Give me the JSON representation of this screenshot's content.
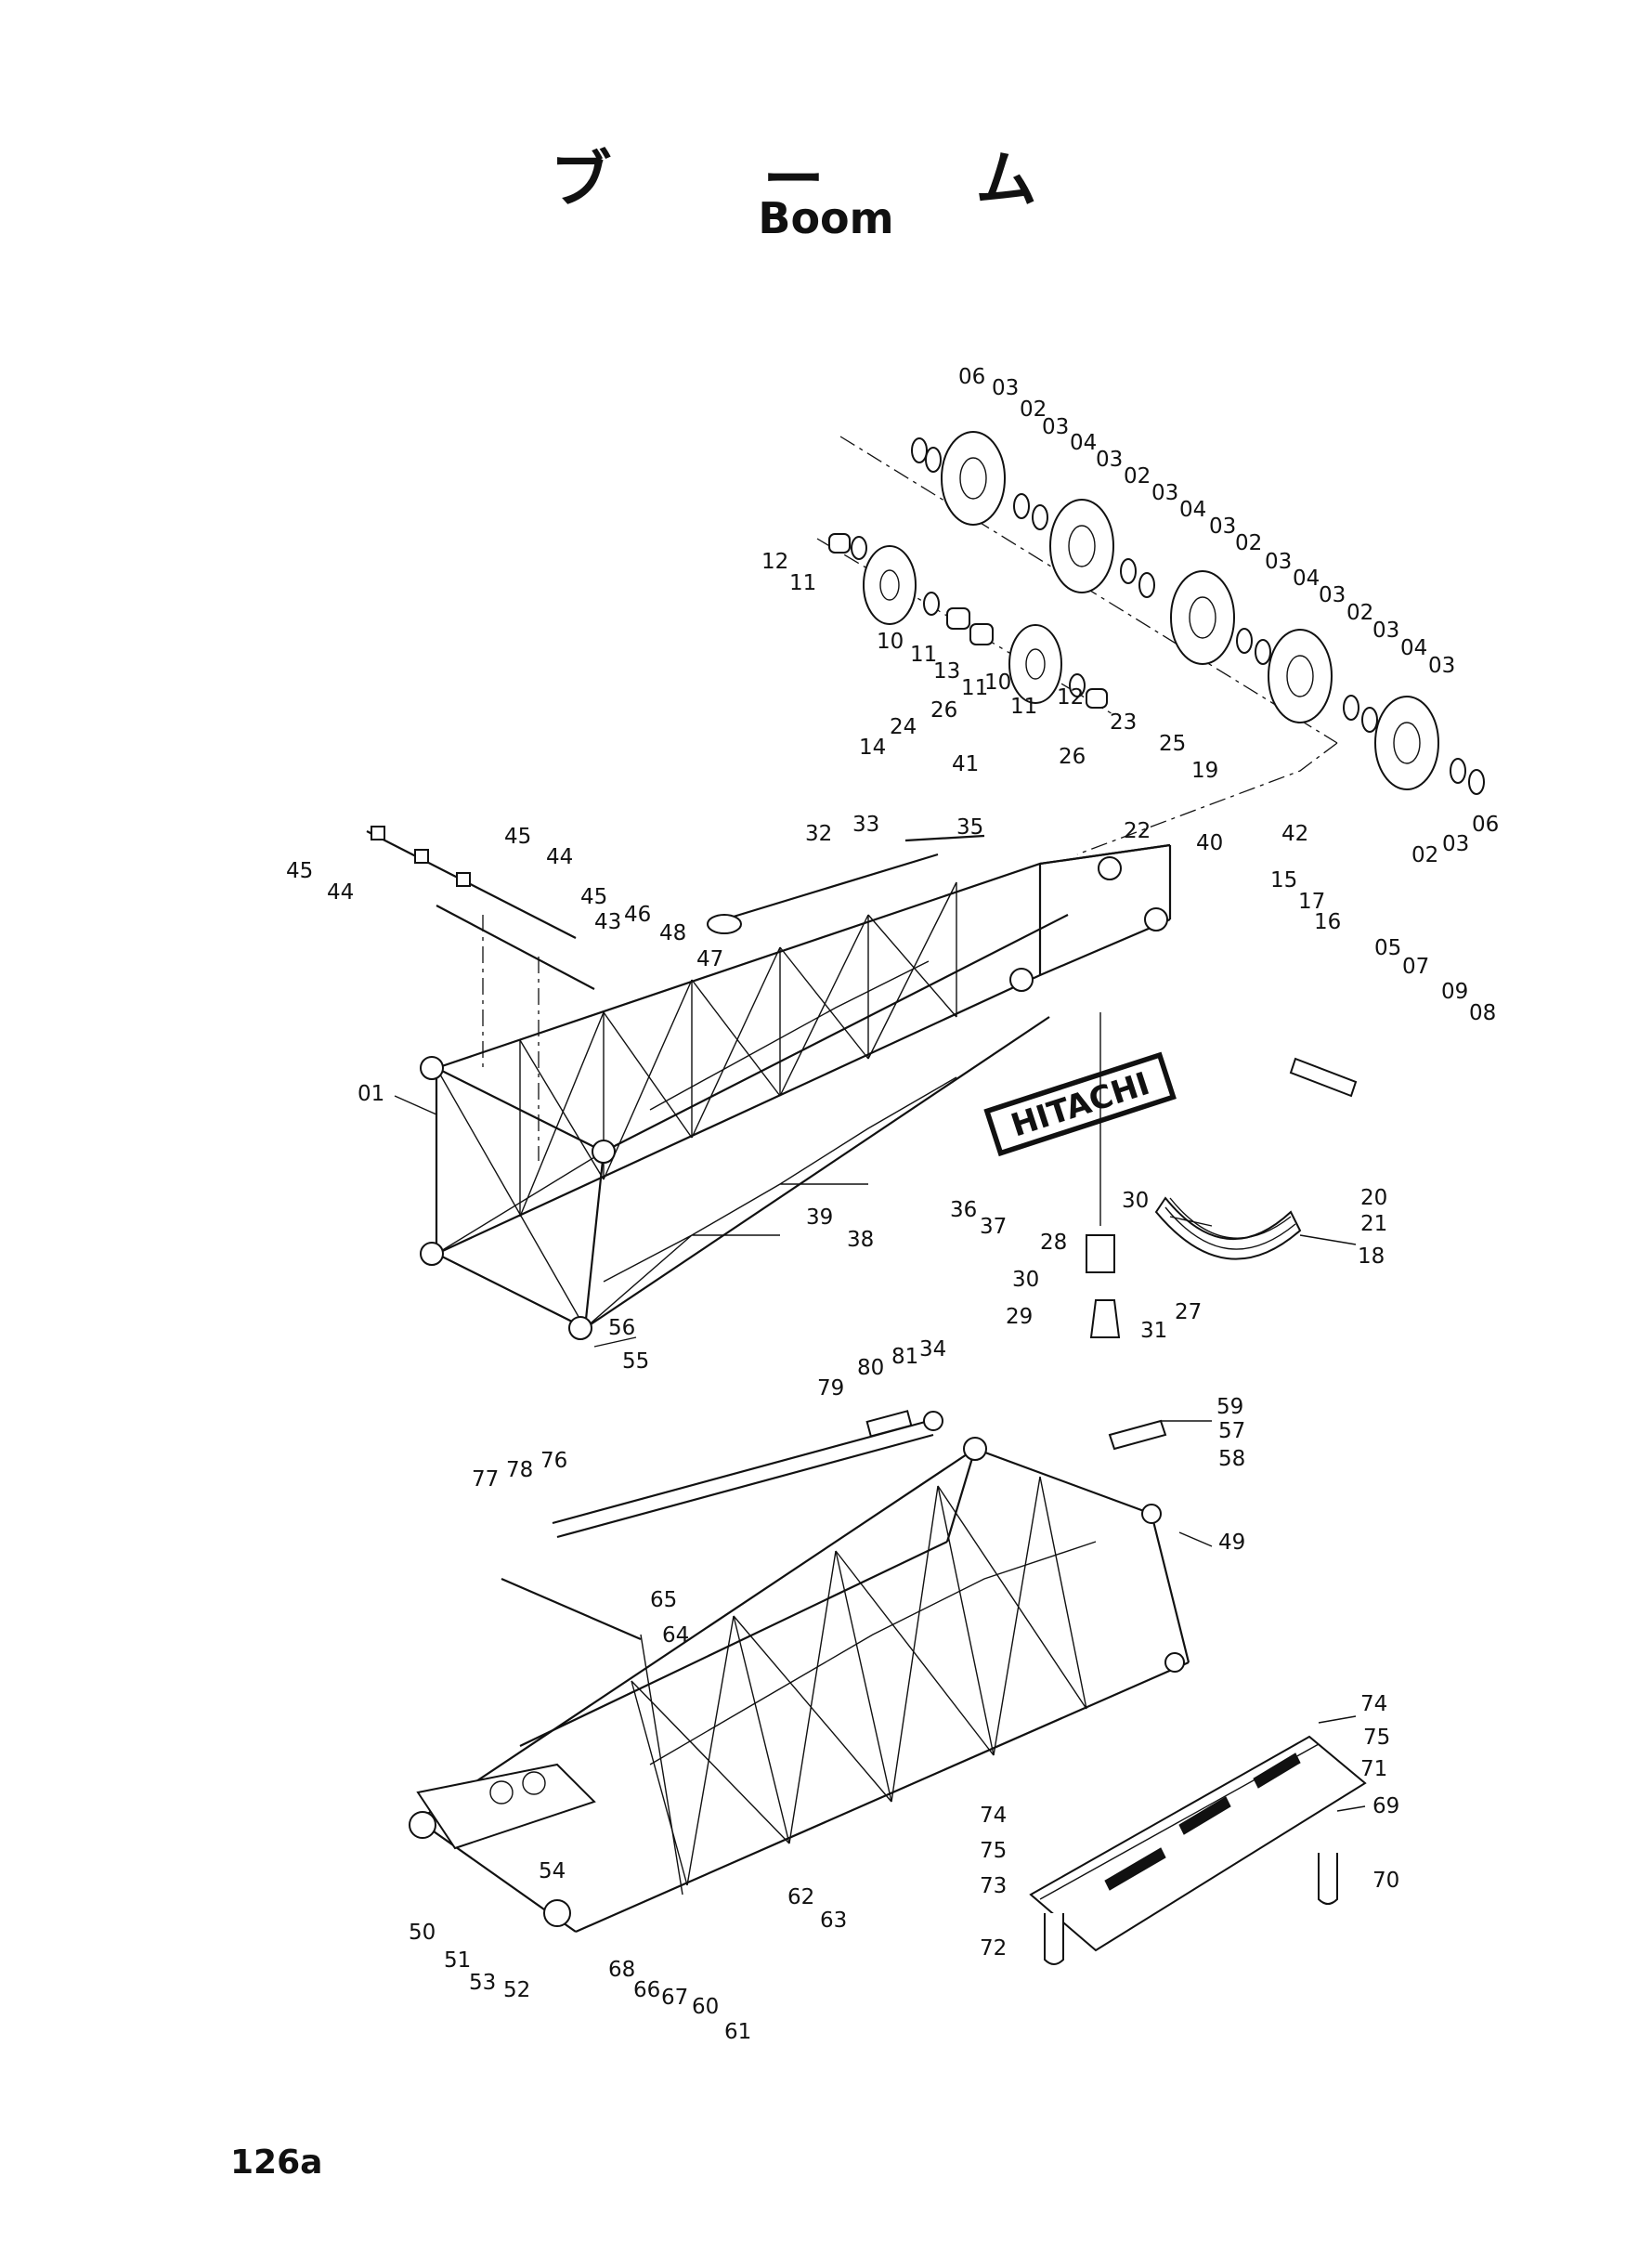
{
  "header": {
    "title_jp": "ブ ー ム",
    "title_en": "Boom"
  },
  "footer": {
    "page_number": "126a"
  },
  "logo": {
    "text": "HITACHI"
  },
  "part_numbers": [
    "06",
    "03",
    "02",
    "03",
    "04",
    "03",
    "02",
    "03",
    "04",
    "03",
    "02",
    "03",
    "04",
    "03",
    "02",
    "03",
    "04",
    "03",
    "02",
    "03",
    "06",
    "12",
    "11",
    "10",
    "11",
    "13",
    "11",
    "10",
    "11",
    "12",
    "26",
    "24",
    "26",
    "23",
    "25",
    "14",
    "41",
    "19",
    "22",
    "33",
    "32",
    "35",
    "40",
    "42",
    "15",
    "17",
    "16",
    "05",
    "07",
    "09",
    "08",
    "45",
    "44",
    "45",
    "44",
    "45",
    "43",
    "46",
    "48",
    "47",
    "01",
    "39",
    "38",
    "36",
    "37",
    "20",
    "21",
    "18",
    "30",
    "28",
    "27",
    "30",
    "29",
    "31",
    "56",
    "55",
    "81",
    "34",
    "80",
    "79",
    "59",
    "57",
    "58",
    "77",
    "78",
    "76",
    "49",
    "65",
    "64",
    "74",
    "75",
    "71",
    "69",
    "74",
    "75",
    "73",
    "70",
    "72",
    "54",
    "50",
    "51",
    "53",
    "52",
    "62",
    "63",
    "68",
    "66",
    "67",
    "60",
    "61"
  ]
}
